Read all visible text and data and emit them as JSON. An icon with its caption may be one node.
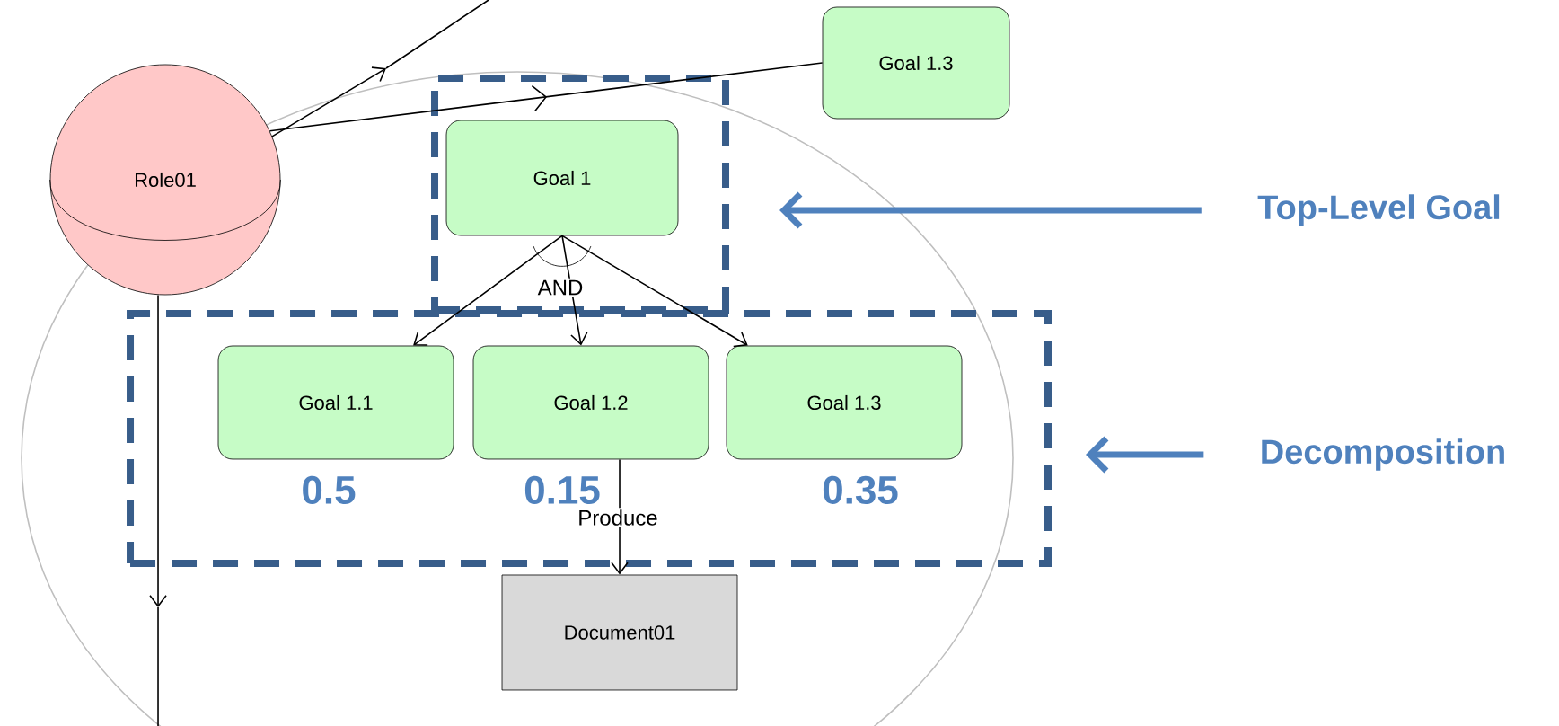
{
  "diagram": {
    "nodes": [
      {
        "text": [
          "Role01"
        ]
      },
      {
        "text": [
          "Goal 1.3"
        ]
      },
      {
        "text": [],
        "shape": "box"
      },
      {
        "text": [
          "Goal 1"
        ],
        "in": 2
      },
      {
        "text": [],
        "shape": "box"
      },
      {
        "text": [
          "Goal 1.1"
        ],
        "in": 4,
        "beside": [
          "0.5"
        ]
      },
      {
        "text": [
          "Goal 1.2"
        ],
        "in": 4,
        "beside": [
          "0.15"
        ]
      },
      {
        "text": [
          "Goal 1.3"
        ],
        "in": 4,
        "beside": [
          "0.35"
        ]
      },
      {
        "text": [
          "Document01"
        ]
      },
      {
        "text": [
          "Top-Level Goal"
        ]
      },
      {
        "text": [
          "Decomposition"
        ]
      }
    ],
    "edges": [
      {
        "from": 0,
        "to": null,
        "arrow": "to"
      },
      {
        "from": 0,
        "to": 1,
        "arrow": "to"
      },
      {
        "from": 0,
        "to": null,
        "arrow": "to"
      },
      {
        "from": 3,
        "to": 5,
        "arrow": "to"
      },
      {
        "from": 3,
        "to": 6,
        "arrow": "to",
        "label": "AND"
      },
      {
        "from": 3,
        "to": 7,
        "arrow": "to"
      },
      {
        "from": 6,
        "to": 8,
        "arrow": "to",
        "label": "Produce"
      },
      {
        "from": 9,
        "to": 2,
        "arrow": "to",
        "style": "thick",
        "color": "#4f81bd"
      },
      {
        "from": 10,
        "to": 4,
        "arrow": "to",
        "style": "thick",
        "color": "#4f81bd"
      }
    ]
  }
}
